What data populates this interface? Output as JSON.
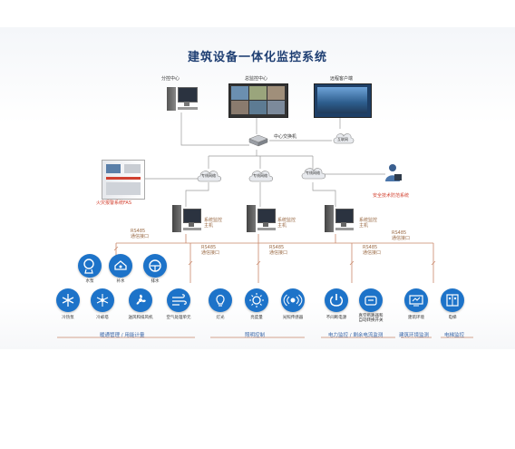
{
  "title": "建筑设备一体化监控系统",
  "top": {
    "sub_center": "分控中心",
    "main_center": "总监控中心",
    "remote": "远程客户端",
    "switch": "中心交换机",
    "internet": "互联网"
  },
  "middle": {
    "private_net": "专线网络",
    "fire": "火灾报警系统FAS",
    "security": "安全技术防范系统"
  },
  "hosts": {
    "host_label": "系统监控\n主机",
    "rs485": "RS485\n通信接口"
  },
  "icons": [
    {
      "id": "fan-coil",
      "label": "水泵",
      "name": "pump-icon"
    },
    {
      "id": "supply",
      "label": "补水",
      "name": "water-supply-icon"
    },
    {
      "id": "drain",
      "label": "排水",
      "name": "drain-icon"
    },
    {
      "id": "ac",
      "label": "冷热泵",
      "name": "heat-pump-icon"
    },
    {
      "id": "cold",
      "label": "冷却塔",
      "name": "cooling-tower-icon"
    },
    {
      "id": "fan",
      "label": "送风和排风机",
      "name": "fan-icon"
    },
    {
      "id": "air",
      "label": "空气处理单元",
      "name": "air-handling-icon"
    },
    {
      "id": "light",
      "label": "灯光",
      "name": "light-bulb-icon"
    },
    {
      "id": "lux",
      "label": "亮度量",
      "name": "brightness-icon"
    },
    {
      "id": "sensor",
      "label": "光照传感器",
      "name": "light-sensor-icon"
    },
    {
      "id": "power",
      "label": "不间断电源",
      "name": "power-icon"
    },
    {
      "id": "meter",
      "label": "真空断路器和\n自动转换开关",
      "name": "breaker-icon"
    },
    {
      "id": "env",
      "label": "建筑环境",
      "name": "environment-monitor-icon"
    },
    {
      "id": "elevator",
      "label": "电梯",
      "name": "elevator-icon"
    }
  ],
  "groups": {
    "g1": "暖通管理 / 用能计量",
    "g2": "照明控制",
    "g3": "电力监控 / 剩余电流监测",
    "g4": "建筑环境监测",
    "g5": "电梯监控"
  },
  "colors": {
    "title": "#1f3f73",
    "icon_blue": "#1d73c9",
    "bus_line": "#c9876a",
    "net_line": "#9a9a9a"
  }
}
